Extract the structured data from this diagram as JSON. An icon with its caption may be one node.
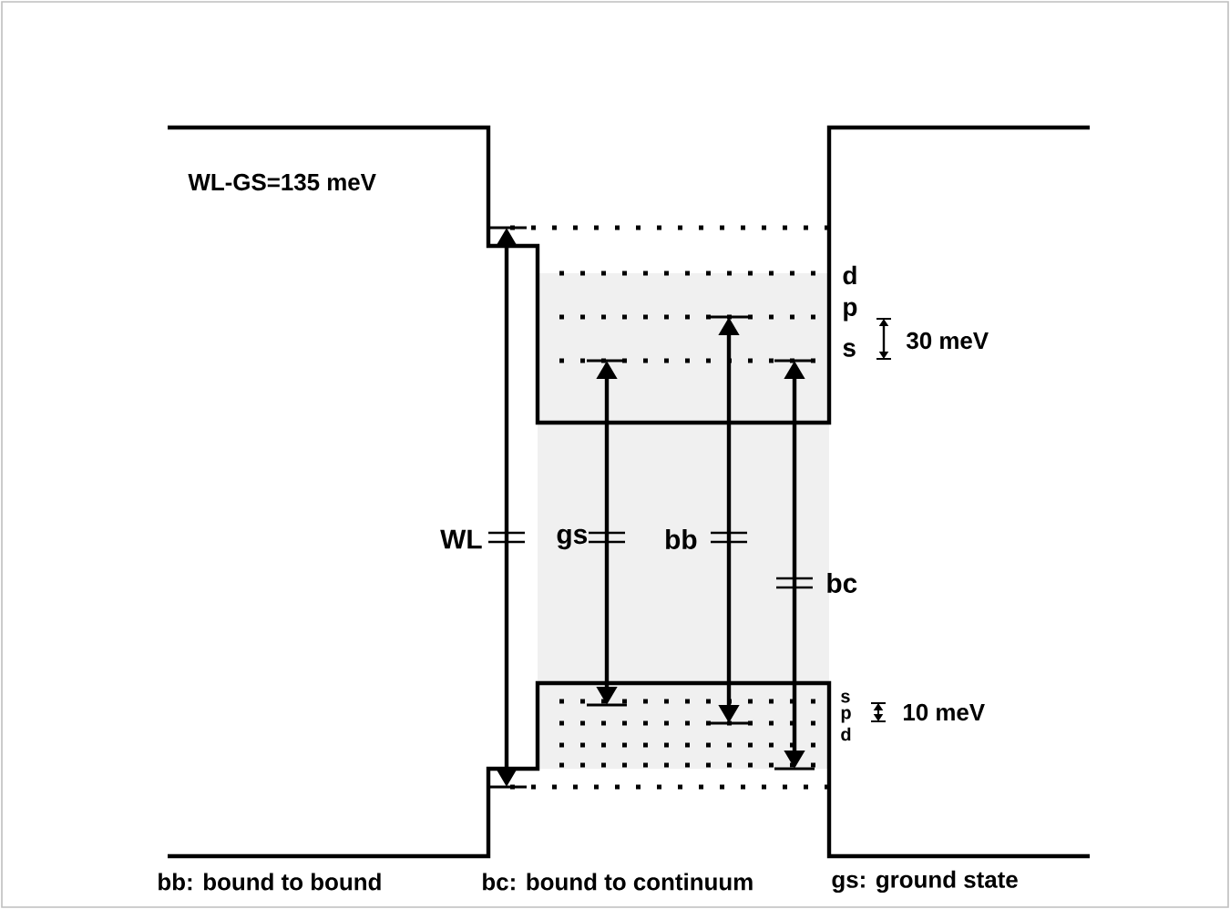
{
  "diagram": {
    "labels": [
      "WL-GS=135 meV",
      "d",
      "p",
      "s",
      "30 meV",
      "WL",
      "gs",
      "bb",
      "bc",
      "s",
      "p",
      "d",
      "10 meV",
      "bb: bound to bound",
      "bc: bound to continuum",
      "gs: ground state"
    ]
  }
}
